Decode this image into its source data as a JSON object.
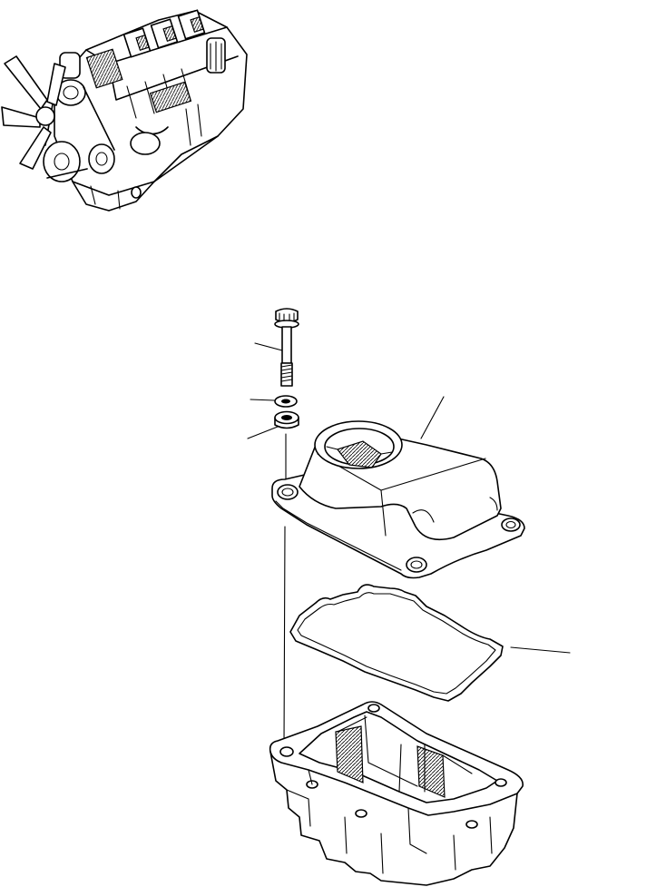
{
  "diagram": {
    "style": "exploded-parts-line-drawing",
    "background": "#ffffff",
    "line_color": "#000000",
    "parts": [
      "engine-overview",
      "flange-bolt",
      "washer",
      "seal-washer",
      "cover",
      "gasket",
      "housing"
    ]
  }
}
